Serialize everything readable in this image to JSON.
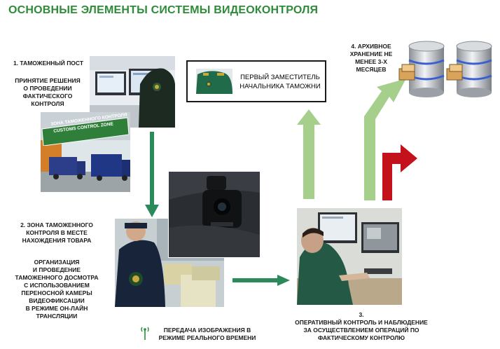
{
  "title": "ОСНОВНЫЕ ЭЛЕМЕНТЫ СИСТЕМЫ ВИДЕОКОНТРОЛЯ",
  "step1": {
    "heading": "1. ТАМОЖЕННЫЙ ПОСТ",
    "lines": [
      "ПРИНЯТИЕ РЕШЕНИЯ",
      "О ПРОВЕДЕНИИ",
      "ФАКТИЧЕСКОГО",
      "КОНТРОЛЯ"
    ],
    "sign_ru": "ЗОНА ТАМОЖЕННОГО КОНТРОЛЯ",
    "sign_en": "CUSTOMS CONTROL ZONE"
  },
  "step2": {
    "heading_lines": [
      "2. ЗОНА ТАМОЖЕННОГО",
      "КОНТРОЛЯ В МЕСТЕ",
      "НАХОЖДЕНИЯ ТОВАРА"
    ],
    "lines": [
      "ОРГАНИЗАЦИЯ",
      "И ПРОВЕДЕНИЕ",
      "ТАМОЖЕННОГО ДОСМОТРА",
      "С ИСПОЛЬЗОВАНИЕМ",
      "ПЕРЕНОСНОЙ КАМЕРЫ",
      "ВИДЕОФИКСАЦИИ",
      "В РЕЖИМЕ ОН-ЛАЙН",
      "ТРАНСЛЯЦИИ"
    ]
  },
  "step3": {
    "heading": "3.",
    "lines": [
      "ОПЕРАТИВНЫЙ КОНТРОЛЬ И НАБЛЮДЕНИЕ",
      "ЗА ОСУЩЕСТВЛЕНИЕМ ОПЕРАЦИЙ ПО",
      "ФАКТИЧЕСКОМУ КОНТРОЛЮ"
    ]
  },
  "step4": {
    "lines": [
      "4. АРХИВНОЕ",
      "ХРАНЕНИЕ НЕ",
      "МЕНЕЕ 3-Х",
      "МЕСЯЦЕВ"
    ]
  },
  "deputy": {
    "lines": [
      "ПЕРВЫЙ ЗАМЕСТИТЕЛЬ",
      "НАЧАЛЬНИКА ТАМОЖНИ"
    ]
  },
  "transmission": {
    "lines": [
      "ПЕРЕДАЧА ИЗОБРАЖЕНИЯ В",
      "РЕЖИМЕ РЕАЛЬНОГО ВРЕМЕНИ"
    ]
  },
  "colors": {
    "title": "#2e8b3a",
    "dark_arrow": "#2a8a5a",
    "light_arrow": "#a6cf8c",
    "red_arrow": "#c3121c"
  }
}
